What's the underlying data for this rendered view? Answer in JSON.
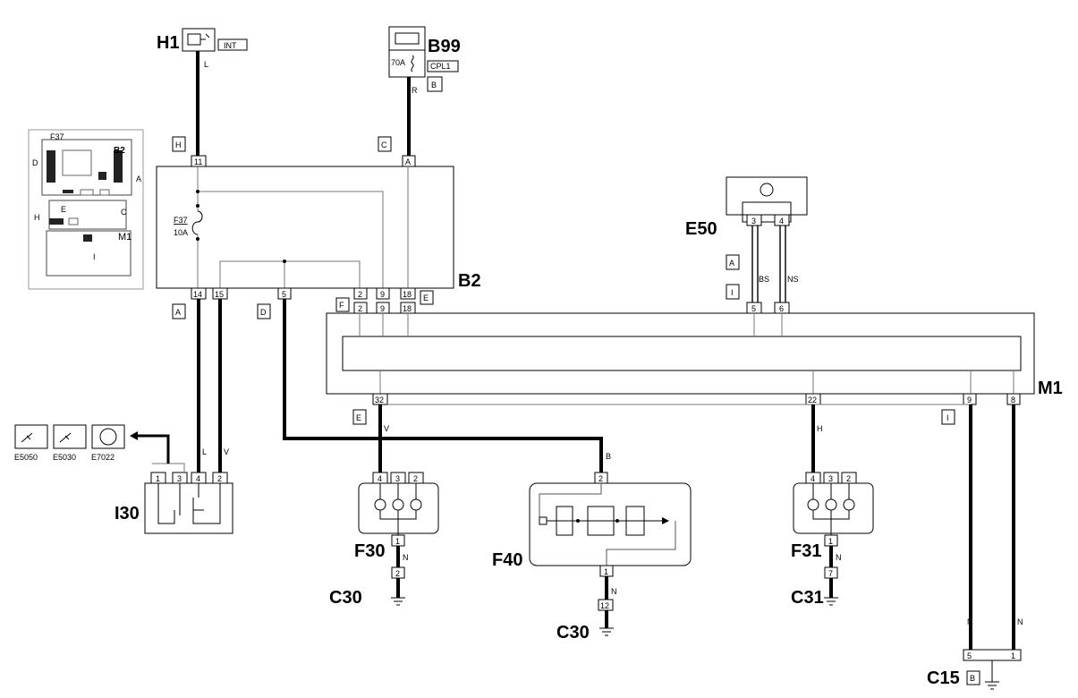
{
  "components": {
    "H1": {
      "name": "H1",
      "tag": "INT",
      "wire": "L",
      "conn": "H",
      "pin": "11"
    },
    "B99": {
      "name": "B99",
      "fuse": "70A",
      "tag": "CPL1",
      "conn_tag": "B",
      "wire": "R",
      "conn": "C",
      "pin": "A"
    },
    "B2": {
      "name": "B2",
      "fuse": "F37",
      "rating": "10A",
      "conn_e": "E",
      "conn_f": "F",
      "pins_bottom": [
        "14",
        "15",
        "5",
        "2",
        "9",
        "18"
      ],
      "conn_a": "A",
      "conn_d": "D"
    },
    "E50": {
      "name": "E50",
      "pins": [
        "3",
        "4"
      ],
      "conn_a": "A",
      "conn_i": "I",
      "wires": [
        "BS",
        "NS"
      ],
      "m1_pins": [
        "5",
        "6"
      ]
    },
    "M1": {
      "name": "M1",
      "top_pins": [
        "2",
        "9",
        "18"
      ],
      "bottom_pins": [
        "32",
        "22",
        "9",
        "8"
      ],
      "conn_e": "E",
      "conn_i": "I"
    },
    "I30": {
      "name": "I30",
      "pins": [
        "1",
        "3",
        "4",
        "2"
      ],
      "wires": [
        "L",
        "V"
      ]
    },
    "icons": [
      "E5050",
      "E5030",
      "E7022"
    ],
    "F30": {
      "name": "F30",
      "pins": [
        "4",
        "3",
        "2"
      ],
      "pin_out": "1",
      "wire_in": "V",
      "wire_out": "N",
      "ground_pin": "2"
    },
    "F40": {
      "name": "F40",
      "pin_in": "2",
      "pin_out": "1",
      "wire_in": "B",
      "wire_out": "N",
      "ground_pin": "12"
    },
    "F31": {
      "name": "F31",
      "pins": [
        "4",
        "3",
        "2"
      ],
      "pin_out": "1",
      "wire_in": "H",
      "wire_out": "N",
      "ground_pin": "7"
    },
    "C30a": {
      "name": "C30"
    },
    "C30b": {
      "name": "C30"
    },
    "C31": {
      "name": "C31"
    },
    "C15": {
      "name": "C15",
      "conn_tag": "B",
      "pins": [
        "5",
        "1"
      ],
      "wires": [
        "N",
        "N"
      ]
    },
    "inset": {
      "labels": [
        "F37",
        "B2",
        "D",
        "A",
        "C",
        "E",
        "H",
        "M1",
        "I"
      ]
    }
  }
}
